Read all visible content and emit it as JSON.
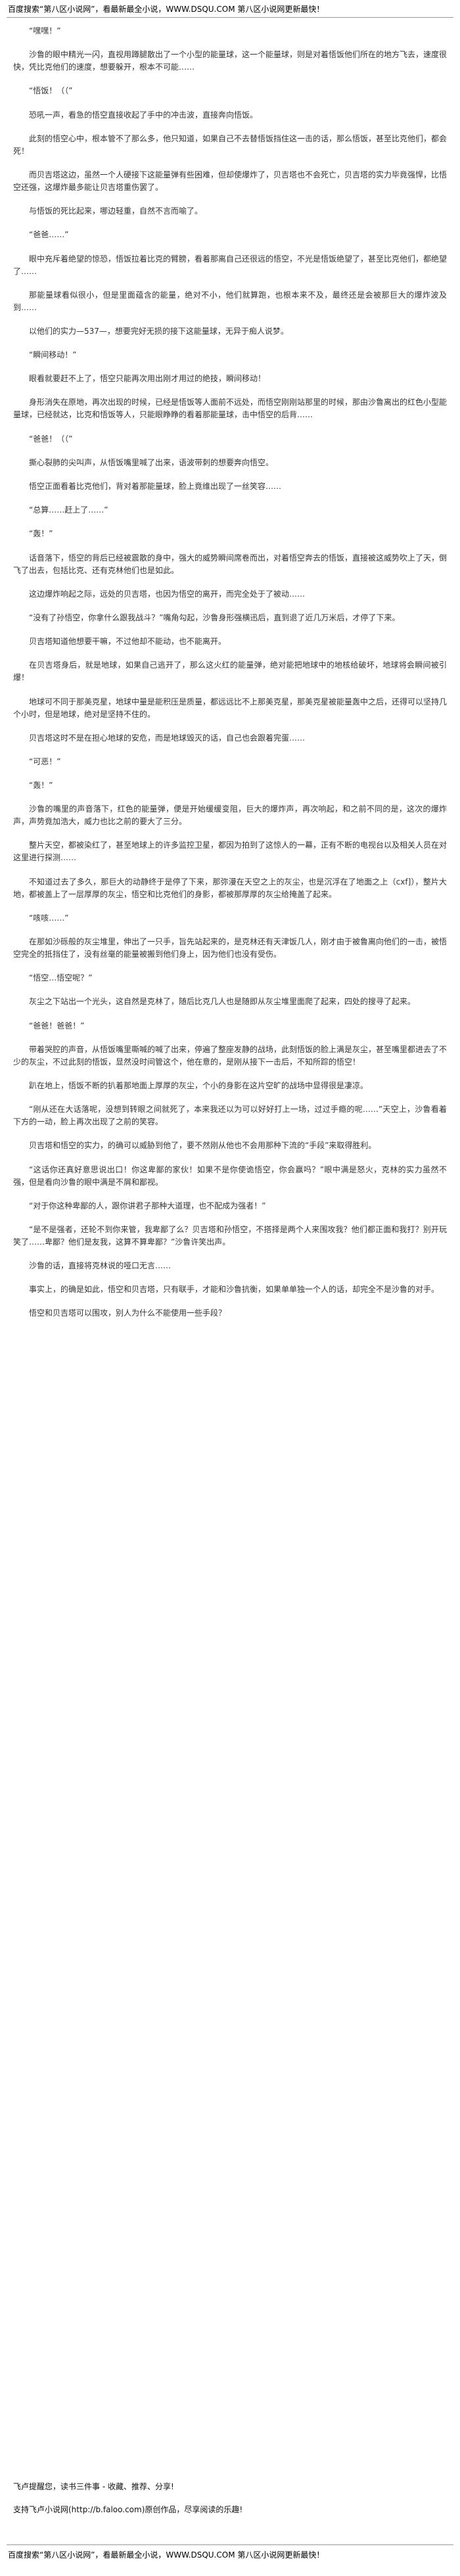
{
  "header": "百度搜索“第八区小说网”，看最新最全小说，WWW.DSQU.COM  第八区小说网更新最快！",
  "paragraphs": [
    "“嘿嘿！”",
    "沙鲁的眼中精光一闪，直视用蹲腿散出了一个小型的能量球，这一个能量球，则是对着悟饭他们所在的地方飞去，速度很快，凭比克他们的速度，想要躲开，根本不可能……",
    "“悟饭！（（”",
    "恐吼一声，看急的悟空直接收起了手中的冲击波，直接奔向悟饭。",
    "此刻的悟空心中，根本管不了那么多，他只知道，如果自己不去替悟饭挡住这一击的话，那么悟饭，甚至比克他们，都会死！",
    "而贝吉塔这边，虽然一个人硬接下这能量弹有些困难，但却使爆炸了，贝吉塔也不会死亡，贝吉塔的实力毕竟强悍，比悟空还强，这爆炸最多能让贝吉塔重伤罢了。",
    "与悟饭的死比起来，哪边轻重，自然不言而喻了。",
    "“爸爸……”",
    "眼中充斥着绝望的惊恐，悟饭拉着比克的臂膀，看着那离自己还很远的悟空，不光是悟饭绝望了，甚至比克他们，都绝望了……",
    "那能量球看似很小，但是里面蕴含的能量，绝对不小，他们就算跑，也根本来不及，最终还是会被那巨大的爆炸波及到……",
    "以他们的实力—537—，想要完好无损的接下这能量球，无异于痴人说梦。",
    "“瞬间移动！”",
    "眼看就要赶不上了，悟空只能再次用出刚才用过的绝技，瞬间移动！",
    "身形消失在原地，再次出现的时候，已经是悟饭等人面前不远处，而悟空刚刚站那里的时候，那由沙鲁离出的红色小型能量球，已经就达，比克和悟饭等人，只能眼睁睁的看着那能量球，击中悟空的后背……",
    "“爸爸！（（”",
    "撕心裂肺的尖叫声，从悟饭嘴里喊了出来，语波带刺的想要奔向悟空。",
    "悟空正面看着比克他们，背对着那能量球，脸上竟维出现了一丝笑容……",
    "“总算……赶上了……”",
    "“轰！”",
    "话音落下，悟空的背后已经被震散的身中，强大的威势瞬间席卷而出，对着悟空奔去的悟饭，直接被这威势吹上了天，倒飞了出去，包括比克、还有克林他们也是如此。",
    "这边爆炸响起之际，远处的贝吉塔，也因为悟空的离开，而完全处于了被动……",
    "“没有了孙悟空，你拿什么跟我战斗？”嘴角勾起，沙鲁身形强横迅后，直到退了近几万米后，才停了下来。",
    "贝吉塔知道他想要干嘛，不过他却不能动，也不能离开。",
    "在贝吉塔身后，就是地球，如果自己逃开了，那么这火红的能量弹，绝对能把地球中的地核给破坏，地球将会瞬间被引爆！",
    "地球可不同于那美克星，地球中量是能积压是质量，都远远比不上那美克星，那美克星被能量轰中之后，还得可以坚持几个小时，但是地球，绝对是坚持不住的。",
    "贝吉塔这时不是在担心地球的安危，而是地球毁灭的话，自己也会跟着完蛋……",
    "“可恶！”",
    "“轰！”",
    "沙鲁的嘴里的声音落下，红色的能量弹，便是开始缓缓变阻，巨大的爆炸声，再次响起，和之前不同的是，这次的爆炸声，声势竟加浩大，威力也比之前的要大了三分。",
    "整片天空，都被染红了，甚至地球上的许多监控卫星，都因为拍到了这惊人的一幕，正有不断的电视台以及相关人员在对这里进行探测……",
    "不知道过去了多久，那巨大的动静终于是停了下来，那弥漫在天空之上的灰尘，也是沉浮在了地面之上（cxf]），整片大地，都被盖上了一层厚厚的灰尘，悟空和比克他们的身影，都被那厚厚的灰尘给掩盖了起来。",
    "“咳咳……”",
    "在那如沙砾般的灰尘堆里，伸出了一只手，旨先站起来的，是克林还有天津饭几人，刚才由于被鲁离向他们的一击，被悟空完全的抵挡住了，没有丝毫的能量被搬到他们身上，因为他们也没有受伤。",
    "“悟空…悟空呢？”",
    "灰尘之下站出一个光头，这自然是克林了，随后比克几人也是随即从灰尘堆里面爬了起来，四处的搜寻了起来。",
    "“爸爸！爸爸！”",
    "带着哭腔的声音，从悟饭嘴里嘶喊的喊了出来，停遍了整座发静的战场，此刻悟饭的脸上满是灰尘，甚至嘴里都进去了不少的灰尘，不过此刻的悟饭，显然没时间管这个，他在意的，是刚从接下一击后，不知所踪的悟空！",
    "趴在地上，悟饭不断的扒着那地面上厚厚的灰尘，个小的身影在这片空旷的战场中显得很是凄凉。",
    "“刚从还在大话落呢，没想到转眼之间就死了，本来我还以为可以好好打上一场，过过手瘾的呢……”天空上，沙鲁看着下方的一动，脸上再次出现了之前的笑容。",
    "贝吉塔和悟空的实力，的确可以威胁到他了，要不然刚从他也不会用那种下流的“手段”来取得胜利。",
    "“这话你还真好意思说出口！你这卑鄙的家伙！如果不是你使诡悟空，你会赢吗？”眼中满是怒火，克林的实力虽然不强，但是看向沙鲁的眼中满是不屑和鄙视。",
    "“对于你这种卑鄙的人，跟你讲君子那种大道理，也不配成为强者！”",
    "“是不是强者，还轮不到你来管，我卑鄙了么？贝吉塔和孙悟空，不搭择是两个人来围攻我？他们都正面和我打？别开玩笑了……卑鄙？他们是友我，这算不算卑鄙？”沙鲁许笑出声。",
    "沙鲁的话，直接将克林说的哑口无言……",
    "事实上，的确是如此，悟空和贝吉塔，只有联手，才能和沙鲁抗衡，如果单单独一个人的话，却完全不是沙鲁的对手。",
    "悟空和贝吉塔可以围攻，别人为什么不能使用一些手段？"
  ],
  "notes": {
    "n1": "飞卢提醒您，读书三件事 - 收藏、推荐、分享!",
    "n2": "支持飞卢小说网(http://b.faloo.com)原创作品，尽享阅读的乐趣!"
  },
  "footer": "百度搜索“第八区小说网”，看最新最全小说，WWW.DSQU.COM  第八区小说网更新最快！"
}
